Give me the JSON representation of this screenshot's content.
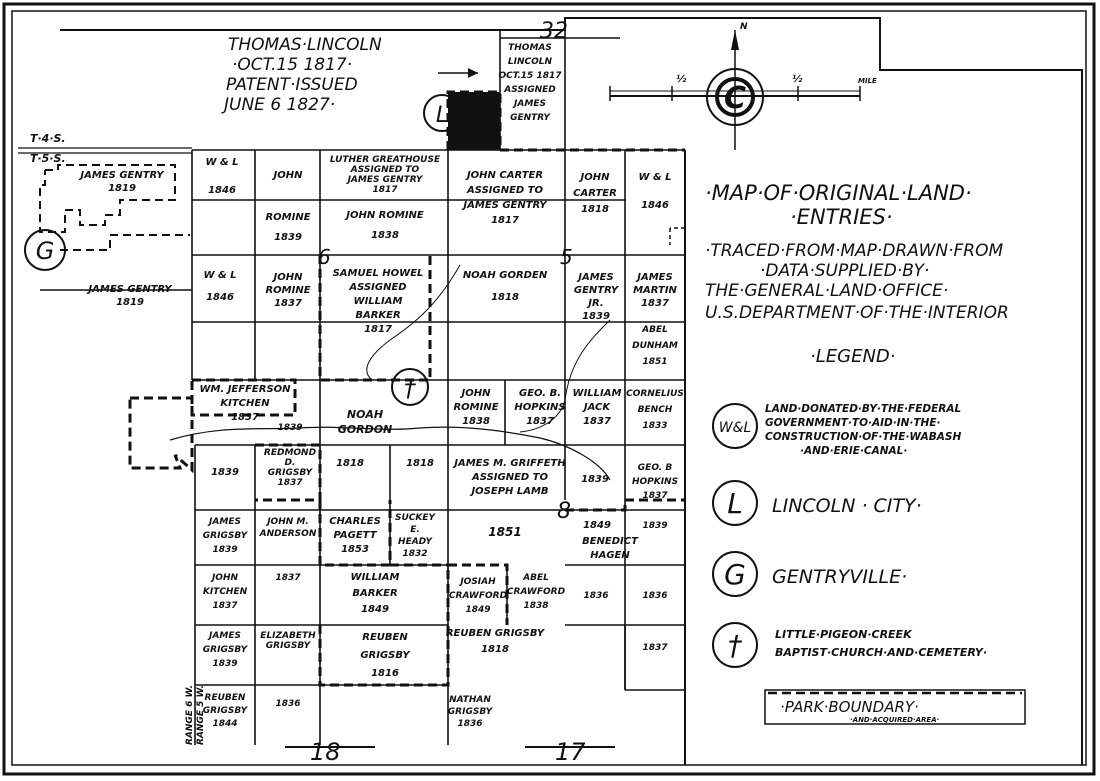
{
  "header": {
    "lines": [
      "THOMAS·LINCOLN",
      "·OCT.15 1817·",
      "PATENT·ISSUED",
      "JUNE 6  1827·"
    ]
  },
  "title": {
    "lines": [
      "·MAP·OF·ORIGINAL·LAND·",
      "·ENTRIES·",
      "·TRACED·FROM·MAP·DRAWN·FROM",
      "·DATA·SUPPLIED·BY·",
      "THE·GENERAL·LAND·OFFICE·",
      "U.S.DEPARTMENT·OF·THE·INTERIOR"
    ]
  },
  "legend": {
    "heading": "·LEGEND·",
    "items": [
      {
        "symbol": "W&L",
        "lines": [
          "LAND·DONATED·BY·THE·FEDERAL",
          "GOVERNMENT·TO·AID·IN·THE·",
          "CONSTRUCTION·OF·THE·WABASH",
          "·AND·ERIE·CANAL·"
        ]
      },
      {
        "symbol": "L",
        "lines": [
          "LINCOLN · CITY·"
        ]
      },
      {
        "symbol": "G",
        "lines": [
          "GENTRYVILLE·"
        ]
      },
      {
        "symbol": "†",
        "lines": [
          "LITTLE·PIGEON·CREEK",
          "BAPTIST·CHURCH·AND·CEMETERY·"
        ]
      }
    ],
    "park_boundary": {
      "label": "·PARK·BOUNDARY·",
      "sublabel": "·AND·ACQUIRED·AREA·"
    }
  },
  "township": {
    "t4s": "T·4·S.",
    "t5s": "T·5·S."
  },
  "range": {
    "label": "RANGE 6 W.",
    "sublabel": "RANGE 5 W."
  },
  "sections": {
    "s32": "32",
    "s6": "6",
    "s5": "5",
    "s18": "18",
    "s17": "17",
    "s8": "8"
  },
  "compass": {
    "north": "N",
    "scale_half": "½",
    "scale_unit": "MILE"
  },
  "symbols": {
    "lincoln": "L",
    "gentryville": "G",
    "church": "†"
  },
  "parcels": [
    {
      "lines": [
        "THOMAS",
        "LINCOLN",
        "OCT.15 1817",
        "ASSIGNED",
        "JAMES",
        "GENTRY"
      ]
    },
    {
      "lines": [
        "JAMES GENTRY",
        "1819"
      ]
    },
    {
      "lines": [
        "JAMES GENTRY",
        "1819"
      ]
    },
    {
      "lines": [
        "W & L",
        "1846"
      ]
    },
    {
      "lines": [
        "JOHN"
      ]
    },
    {
      "lines": [
        "ROMINE",
        "1839"
      ]
    },
    {
      "lines": [
        "LUTHER GREATHOUSE",
        "ASSIGNED TO",
        "JAMES GENTRY",
        "1817"
      ]
    },
    {
      "lines": [
        "JOHN ROMINE",
        "1838"
      ]
    },
    {
      "lines": [
        "JOHN CARTER",
        "ASSIGNED TO",
        "JAMES GENTRY",
        "1817"
      ]
    },
    {
      "lines": [
        "JOHN",
        "CARTER",
        "1818"
      ]
    },
    {
      "lines": [
        "W & L",
        "1846"
      ]
    },
    {
      "lines": [
        "W & L",
        "1846"
      ]
    },
    {
      "lines": [
        "JOHN",
        "ROMINE",
        "1837"
      ]
    },
    {
      "lines": [
        "SAMUEL HOWEL",
        "ASSIGNED",
        "WILLIAM",
        "BARKER",
        "1817"
      ]
    },
    {
      "lines": [
        "NOAH GORDEN",
        "1818"
      ]
    },
    {
      "lines": [
        "JAMES",
        "GENTRY",
        "JR.",
        "1839"
      ]
    },
    {
      "lines": [
        "JAMES",
        "MARTIN",
        "1837"
      ]
    },
    {
      "lines": [
        "ABEL",
        "DUNHAM",
        "1851"
      ]
    },
    {
      "lines": [
        "WM. JEFFERSON",
        "KITCHEN",
        "1837"
      ]
    },
    {
      "lines": [
        "1839"
      ]
    },
    {
      "lines": [
        "NOAH",
        "GORDON"
      ]
    },
    {
      "lines": [
        "JOHN",
        "ROMINE",
        "1838"
      ]
    },
    {
      "lines": [
        "GEO. B.",
        "HOPKINS",
        "1837"
      ]
    },
    {
      "lines": [
        "WILLIAM",
        "JACK",
        "1837"
      ]
    },
    {
      "lines": [
        "CORNELIUS",
        "BENCH",
        "1833"
      ]
    },
    {
      "lines": [
        "1839"
      ]
    },
    {
      "lines": [
        "REDMOND",
        "D.",
        "GRIGSBY",
        "1837"
      ]
    },
    {
      "lines": [
        "1818"
      ]
    },
    {
      "lines": [
        "1818"
      ]
    },
    {
      "lines": [
        "JAMES M. GRIFFETH",
        "ASSIGNED TO",
        "JOSEPH LAMB"
      ]
    },
    {
      "lines": [
        "1839"
      ]
    },
    {
      "lines": [
        "GEO. B",
        "HOPKINS",
        "1837"
      ]
    },
    {
      "lines": [
        "1851"
      ]
    },
    {
      "lines": [
        "1849"
      ]
    },
    {
      "lines": [
        "BENEDICT",
        "HAGEN"
      ]
    },
    {
      "lines": [
        "1839"
      ]
    },
    {
      "lines": [
        "JAMES",
        "GRIGSBY",
        "1839"
      ]
    },
    {
      "lines": [
        "JOHN M.",
        "ANDERSON"
      ]
    },
    {
      "lines": [
        "CHARLES",
        "PAGETT",
        "1853"
      ]
    },
    {
      "lines": [
        "SUCKEY",
        "E.",
        "HEADY",
        "1832"
      ]
    },
    {
      "lines": [
        "JOHN",
        "KITCHEN",
        "1837"
      ]
    },
    {
      "lines": [
        "1837"
      ]
    },
    {
      "lines": [
        "WILLIAM",
        "BARKER",
        "1849"
      ]
    },
    {
      "lines": [
        "JOSIAH",
        "CRAWFORD",
        "1849"
      ]
    },
    {
      "lines": [
        "ABEL",
        "CRAWFORD",
        "1838"
      ]
    },
    {
      "lines": [
        "1836"
      ]
    },
    {
      "lines": [
        "1836"
      ]
    },
    {
      "lines": [
        "JAMES",
        "GRIGSBY",
        "1839"
      ]
    },
    {
      "lines": [
        "ELIZABETH",
        "GRIGSBY"
      ]
    },
    {
      "lines": [
        "REUBEN",
        "GRIGSBY",
        "1816"
      ]
    },
    {
      "lines": [
        "REUBEN GRIGSBY",
        "1818"
      ]
    },
    {
      "lines": [
        "1837"
      ]
    },
    {
      "lines": [
        "REUBEN",
        "GRIGSBY",
        "1844"
      ]
    },
    {
      "lines": [
        "1836"
      ]
    },
    {
      "lines": [
        "NATHAN",
        "GRIGSBY",
        "1836"
      ]
    }
  ]
}
